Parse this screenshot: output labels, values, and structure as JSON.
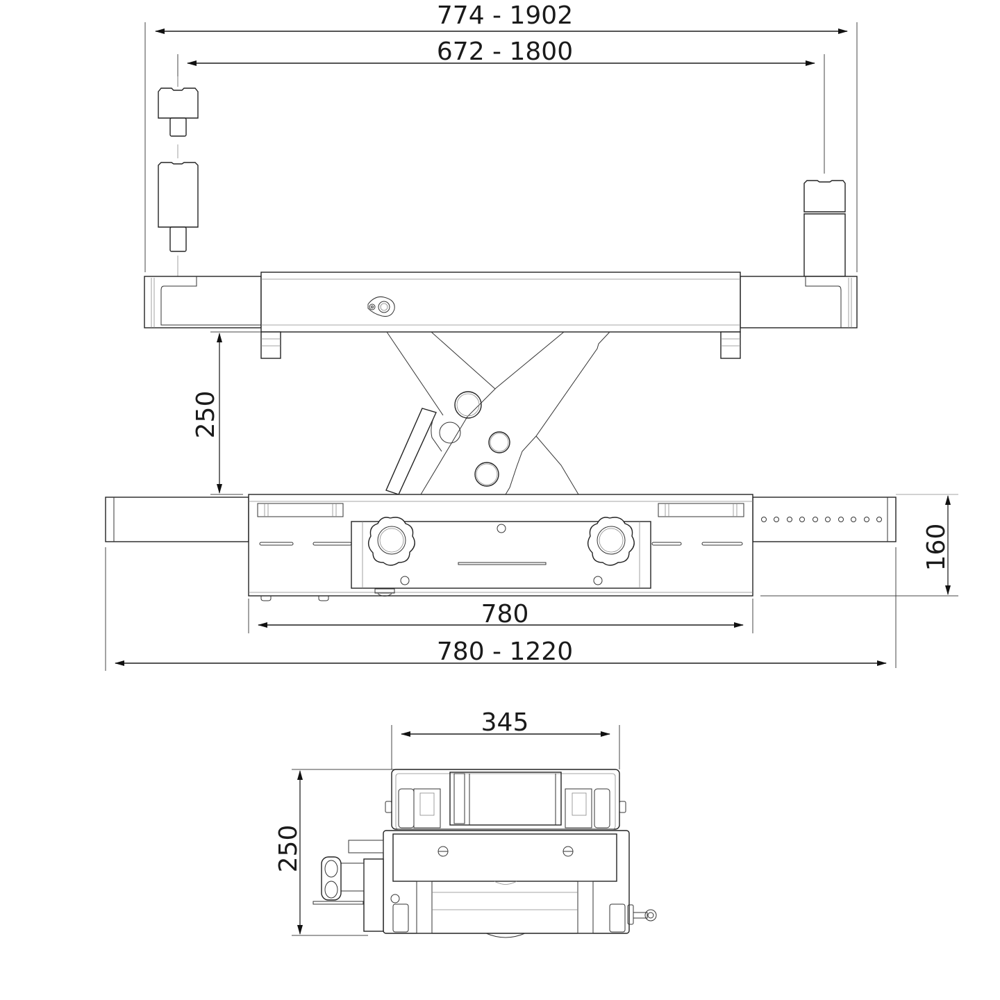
{
  "drawing": {
    "type": "technical-dimension-drawing",
    "views": [
      "front-view",
      "side-view"
    ]
  },
  "front_view": {
    "dimensions": {
      "outer_pad_span": "774 - 1902",
      "inner_pad_span": "672 - 1800",
      "lift_height": "250",
      "base_height": "160",
      "base_length": "780",
      "base_extended_length": "780 - 1220"
    },
    "base_extension_holes": 10,
    "knobs": 2
  },
  "side_view": {
    "dimensions": {
      "width": "345",
      "height": "250"
    }
  },
  "colors": {
    "line": "#222222",
    "background": "#ffffff"
  }
}
